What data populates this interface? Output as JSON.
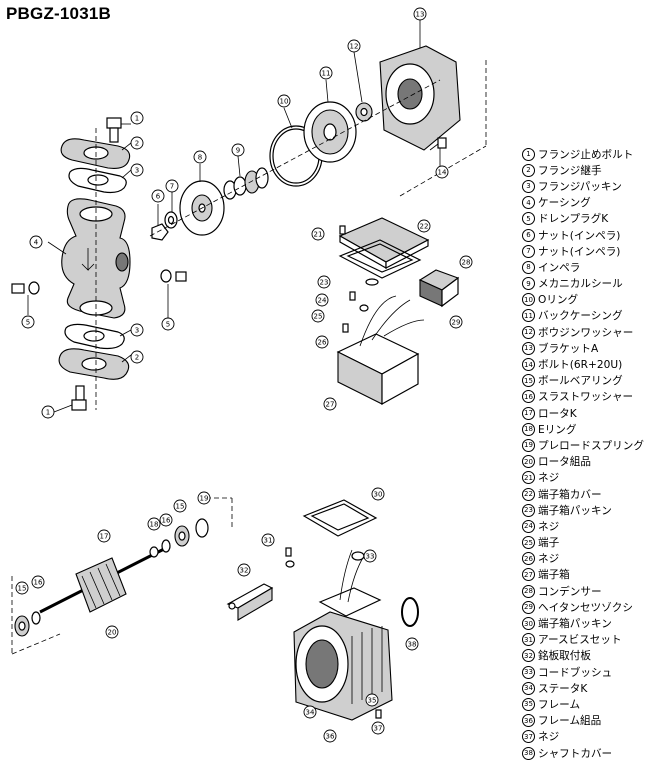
{
  "title": "PBGZ-1031B",
  "parts": [
    {
      "no": "1",
      "name": "フランジ止めボルト"
    },
    {
      "no": "2",
      "name": "フランジ継手"
    },
    {
      "no": "3",
      "name": "フランジパッキン"
    },
    {
      "no": "4",
      "name": "ケーシング"
    },
    {
      "no": "5",
      "name": "ドレンプラグK"
    },
    {
      "no": "6",
      "name": "ナット(インペラ)"
    },
    {
      "no": "7",
      "name": "ナット(インペラ)"
    },
    {
      "no": "8",
      "name": "インペラ"
    },
    {
      "no": "9",
      "name": "メカニカルシール"
    },
    {
      "no": "10",
      "name": "Oリング"
    },
    {
      "no": "11",
      "name": "バックケーシング"
    },
    {
      "no": "12",
      "name": "ボウジンワッシャー"
    },
    {
      "no": "13",
      "name": "ブラケットA"
    },
    {
      "no": "14",
      "name": "ボルト(6R+20U)"
    },
    {
      "no": "15",
      "name": "ボールベアリング"
    },
    {
      "no": "16",
      "name": "スラストワッシャー"
    },
    {
      "no": "17",
      "name": "ロータK"
    },
    {
      "no": "18",
      "name": "Eリング"
    },
    {
      "no": "19",
      "name": "プレロードスプリング"
    },
    {
      "no": "20",
      "name": "ロータ組品"
    },
    {
      "no": "21",
      "name": "ネジ"
    },
    {
      "no": "22",
      "name": "端子箱カバー"
    },
    {
      "no": "23",
      "name": "端子箱パッキン"
    },
    {
      "no": "24",
      "name": "ネジ"
    },
    {
      "no": "25",
      "name": "端子"
    },
    {
      "no": "26",
      "name": "ネジ"
    },
    {
      "no": "27",
      "name": "端子箱"
    },
    {
      "no": "28",
      "name": "コンデンサー"
    },
    {
      "no": "29",
      "name": "ヘイタンセツゾクシ"
    },
    {
      "no": "30",
      "name": "端子箱パッキン"
    },
    {
      "no": "31",
      "name": "アースビスセット"
    },
    {
      "no": "32",
      "name": "銘板取付板"
    },
    {
      "no": "33",
      "name": "コードブッシュ"
    },
    {
      "no": "34",
      "name": "ステータK"
    },
    {
      "no": "35",
      "name": "フレーム"
    },
    {
      "no": "36",
      "name": "フレーム組品"
    },
    {
      "no": "37",
      "name": "ネジ"
    },
    {
      "no": "38",
      "name": "シャフトカバー"
    }
  ],
  "callouts": [
    {
      "no": "1"
    },
    {
      "no": "2"
    },
    {
      "no": "3"
    },
    {
      "no": "4"
    },
    {
      "no": "5"
    },
    {
      "no": "5"
    },
    {
      "no": "3"
    },
    {
      "no": "2"
    },
    {
      "no": "1"
    },
    {
      "no": "6"
    },
    {
      "no": "7"
    },
    {
      "no": "8"
    },
    {
      "no": "9"
    },
    {
      "no": "10"
    },
    {
      "no": "11"
    },
    {
      "no": "12"
    },
    {
      "no": "13"
    },
    {
      "no": "14"
    },
    {
      "no": "21"
    },
    {
      "no": "22"
    },
    {
      "no": "23"
    },
    {
      "no": "24"
    },
    {
      "no": "25"
    },
    {
      "no": "26"
    },
    {
      "no": "27"
    },
    {
      "no": "28"
    },
    {
      "no": "29"
    },
    {
      "no": "15"
    },
    {
      "no": "16"
    },
    {
      "no": "17"
    },
    {
      "no": "18"
    },
    {
      "no": "16"
    },
    {
      "no": "15"
    },
    {
      "no": "19"
    },
    {
      "no": "20"
    },
    {
      "no": "30"
    },
    {
      "no": "31"
    },
    {
      "no": "32"
    },
    {
      "no": "33"
    },
    {
      "no": "34"
    },
    {
      "no": "35"
    },
    {
      "no": "36"
    },
    {
      "no": "37"
    },
    {
      "no": "38"
    }
  ]
}
